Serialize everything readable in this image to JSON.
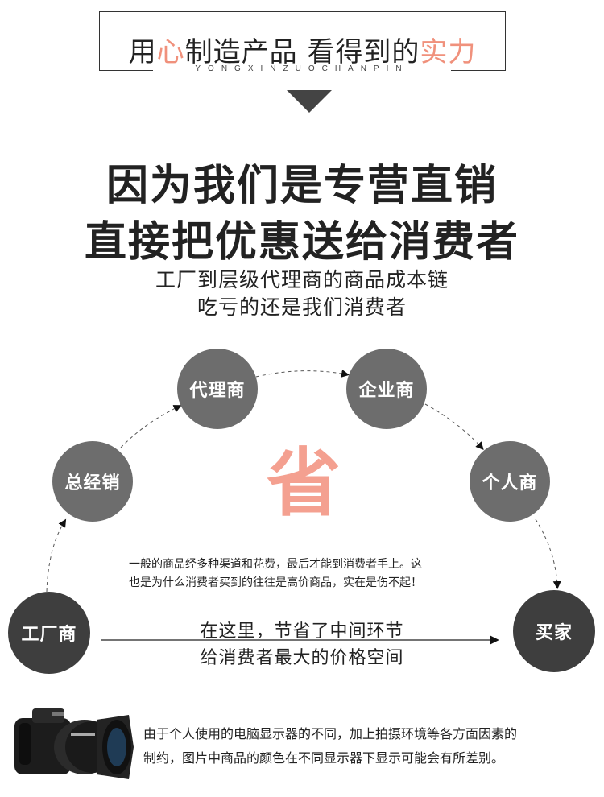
{
  "header": {
    "title_part1": "用",
    "title_accent": "心",
    "title_part2": "制造产品  看得到的",
    "title_accent2": "实力",
    "pinyin": "YONGXINZUOCHANPIN",
    "accent_color": "#f0917c"
  },
  "headline": {
    "line1": "因为我们是专营直销",
    "line2": "直接把优惠送给消费者"
  },
  "subheadline": {
    "line1": "工厂到层级代理商的商品成本链",
    "line2": "吃亏的还是我们消费者"
  },
  "diagram": {
    "nodes": {
      "factory": "工厂商",
      "general": "总经销",
      "agent": "代理商",
      "enterprise": "企业商",
      "individual": "个人商",
      "buyer": "买家"
    },
    "center_char": "省",
    "center_color": "#f4a090",
    "note_line1": "一般的商品经多种渠道和花费，最后才能到消费者手上。这",
    "note_line2": "也是为什么消费者买到的往往是高价商品，实在是伤不起！",
    "arrow_line1": "在这里，节省了中间环节",
    "arrow_line2": "给消费者最大的价格空间"
  },
  "footer": {
    "line1": "由于个人使用的电脑显示器的不同，加上拍摄环境等各方面因素的",
    "line2": "制约，图片中商品的颜色在不同显示器下显示可能会有所差别。",
    "camera_icon": "camera-icon"
  }
}
